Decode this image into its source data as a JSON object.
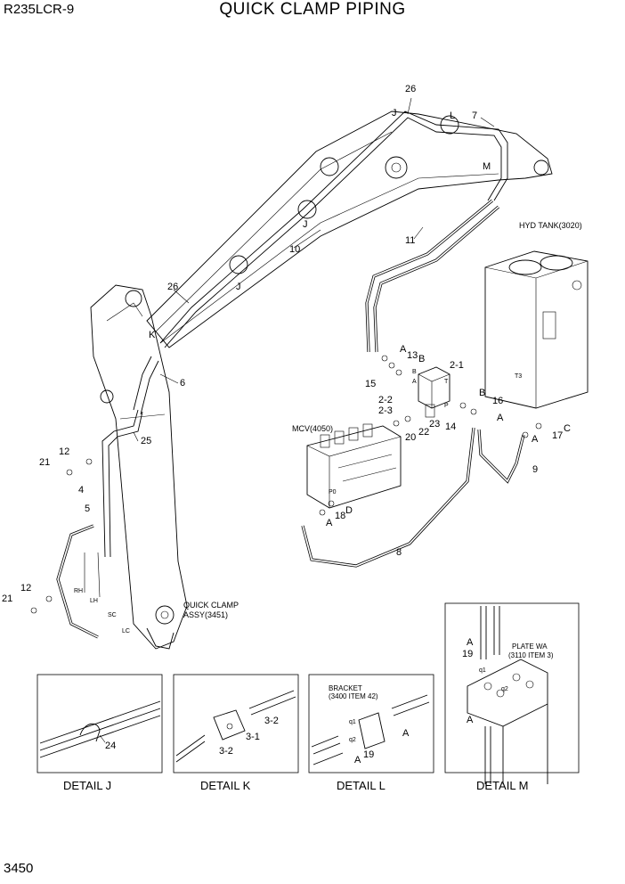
{
  "header": {
    "model": "R235LCR-9",
    "title": "QUICK CLAMP PIPING",
    "page_number": "3450"
  },
  "callouts": {
    "c26a": "26",
    "cJa": "J",
    "cL": "L",
    "c7": "7",
    "cM": "M",
    "cJb": "J",
    "c10": "10",
    "cJc": "J",
    "c26b": "26",
    "cK": "K",
    "c11": "11",
    "hyd": "HYD TANK(3020)",
    "cA1": "A",
    "cB1": "B",
    "c13": "13",
    "c15": "15",
    "c2_1": "2-1",
    "cB2": "B",
    "c16": "16",
    "c2_2": "2-2",
    "c2_3": "2-3",
    "c23": "23",
    "c22": "22",
    "c20": "20",
    "c14": "14",
    "cA2": "A",
    "cA3": "A",
    "c17": "17",
    "cC": "C",
    "mcv": "MCV(4050)",
    "c18": "18",
    "cD": "D",
    "cA4": "A",
    "c9": "9",
    "c8": "8",
    "c6": "6",
    "c25": "25",
    "c12a": "12",
    "c21a": "21",
    "c4": "4",
    "c5": "5",
    "c12b": "12",
    "c21b": "21",
    "qc1": "QUICK CLAMP",
    "qc2": "ASSY(3451)",
    "rh": "RH",
    "lh": "LH",
    "sc": "SC",
    "lc": "LC",
    "pB": "B",
    "pA": "A",
    "pT": "T",
    "pP": "P",
    "pT3": "T3",
    "pP0": "P0",
    "plate1": "PLATE WA",
    "plate2": "(3110 ITEM 3)",
    "mA1": "A",
    "m19": "19",
    "mq1": "q1",
    "mq2": "q2",
    "mA2": "A",
    "brk1": "BRACKET",
    "brk2": "(3400 ITEM 42)",
    "lq1": "q1",
    "lq2": "q2",
    "lA1": "A",
    "lA2": "A",
    "l19": "19",
    "k3_2a": "3-2",
    "k3_1": "3-1",
    "k3_2b": "3-2",
    "j24": "24"
  },
  "details": {
    "j": "DETAIL J",
    "k": "DETAIL K",
    "l": "DETAIL L",
    "m": "DETAIL M"
  }
}
